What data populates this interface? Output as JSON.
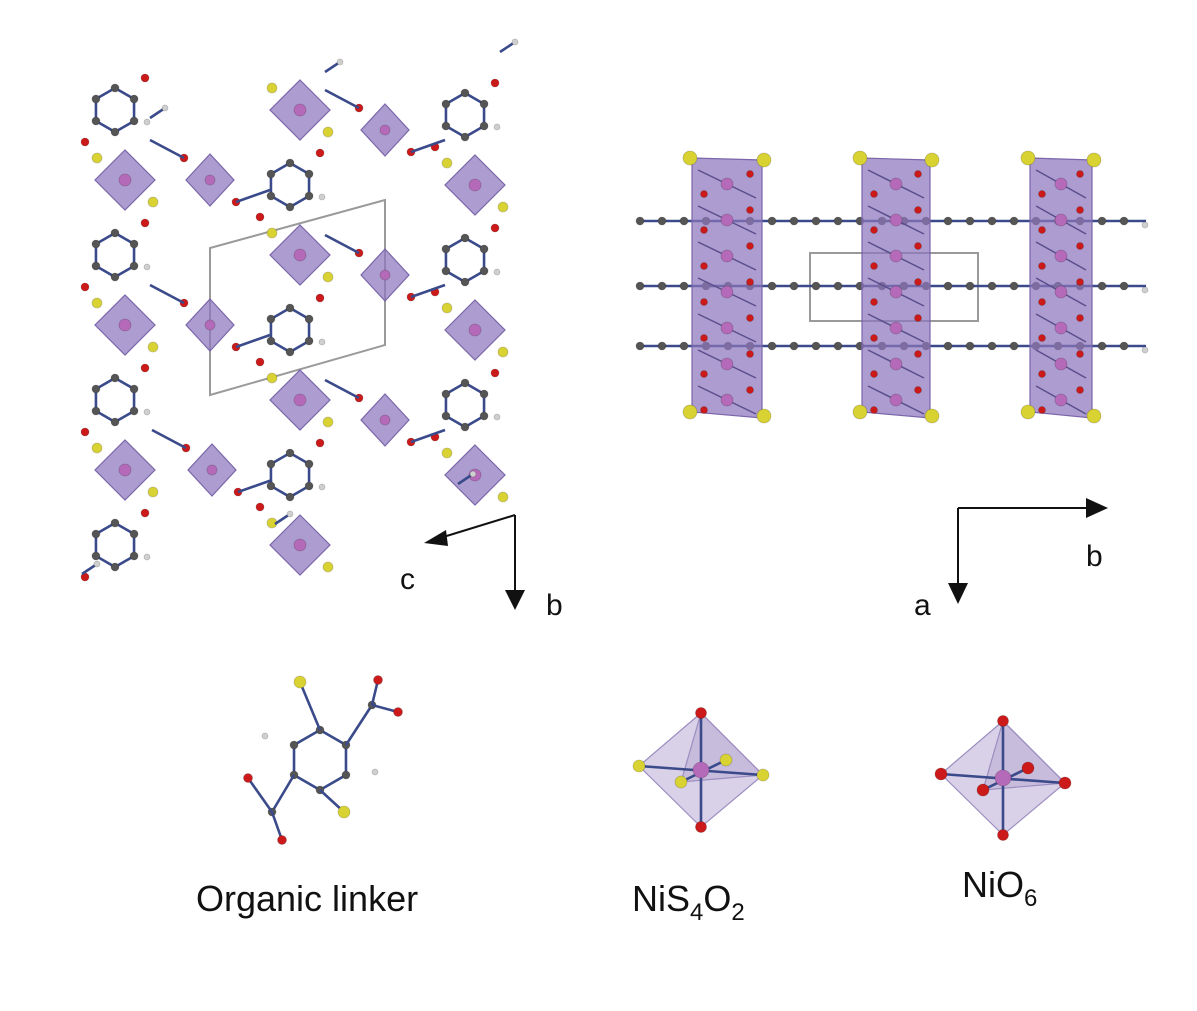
{
  "left_view": {
    "axis_labels": {
      "horizontal": "c",
      "vertical": "b"
    }
  },
  "right_view": {
    "axis_labels": {
      "horizontal": "b",
      "vertical": "a"
    }
  },
  "legend": {
    "linker_caption": "Organic linker",
    "nis4o2": {
      "prefix": "NiS",
      "sub1": "4",
      "mid": "O",
      "sub2": "2"
    },
    "nio6": {
      "prefix": "NiO",
      "sub1": "6"
    }
  },
  "colors": {
    "polyhedron": "#8c76bd",
    "polyhedron_pale": "#b9acd4",
    "bond": "#3a4a8a",
    "sulfur_atom": "#d9d233",
    "oxygen_atom": "#cc1a1a",
    "carbon_atom": "#555555",
    "hydrogen_atom": "#cfcfcf",
    "nickel_atom": "#b46ab8",
    "unit_cell": "#9a9a9a"
  }
}
